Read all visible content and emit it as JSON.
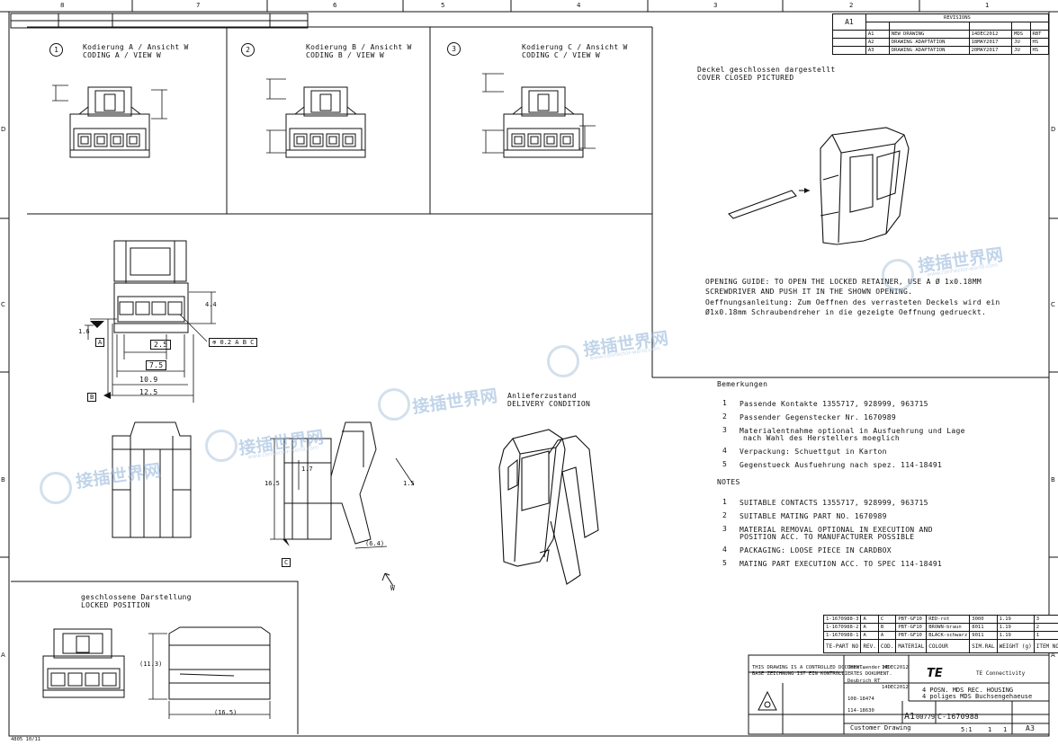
{
  "frame": {
    "top_zones": [
      "8",
      "7",
      "6",
      "5",
      "4",
      "3",
      "2",
      "1"
    ],
    "side_zones": [
      "D",
      "C",
      "B",
      "A"
    ]
  },
  "views": {
    "coding_a": {
      "num": "1",
      "line1": "Kodierung A / Ansicht W",
      "line2": "CODING A / VIEW W"
    },
    "coding_b": {
      "num": "2",
      "line1": "Kodierung B / Ansicht W",
      "line2": "CODING B / VIEW W"
    },
    "coding_c": {
      "num": "3",
      "line1": "Kodierung C / Ansicht W",
      "line2": "CODING C / VIEW W"
    },
    "cover": {
      "line1": "Deckel geschlossen dargestellt",
      "line2": "COVER CLOSED PICTURED"
    },
    "delivery": {
      "line1": "Anlieferzustand",
      "line2": "DELIVERY CONDITION"
    },
    "locked": {
      "line1": "geschlossene Darstellung",
      "line2": "LOCKED POSITION"
    }
  },
  "opening_guide": {
    "en1": "OPENING GUIDE: TO OPEN THE LOCKED RETAINER, USE A Ø 1x0.18MM",
    "en2": "SCREWDRIVER AND PUSH IT IN THE SHOWN OPENING.",
    "de1": "Oeffnungsanleitung: Zum Oeffnen des verrasteten Deckels wird ein",
    "de2": "Ø1x0.18mm Schraubendreher in die gezeigte Oeffnung gedrueckt."
  },
  "bemerkungen": {
    "title": "Bemerkungen",
    "items": [
      {
        "n": "1",
        "text": "Passende Kontakte 1355717, 928999, 963715"
      },
      {
        "n": "2",
        "text": "Passender Gegenstecker Nr. 1670989"
      },
      {
        "n": "3",
        "text": "Materialentnahme optional in Ausfuehrung und Lage",
        "text2": "nach Wahl des Herstellers moeglich"
      },
      {
        "n": "4",
        "text": "Verpackung: Schuettgut in Karton"
      },
      {
        "n": "5",
        "text": "Gegenstueck Ausfuehrung nach spez. 114-18491"
      }
    ]
  },
  "notes": {
    "title": "NOTES",
    "items": [
      {
        "n": "1",
        "text": "SUITABLE CONTACTS 1355717, 928999, 963715"
      },
      {
        "n": "2",
        "text": "SUITABLE MATING PART NO. 1670989"
      },
      {
        "n": "3",
        "text": "MATERIAL REMOVAL OPTIONAL IN EXECUTION AND",
        "text2": "POSITION ACC. TO MANUFACTURER POSSIBLE"
      },
      {
        "n": "4",
        "text": "PACKAGING: LOOSE PIECE IN CARDBOX"
      },
      {
        "n": "5",
        "text": "MATING PART EXECUTION ACC. TO SPEC 114-18491"
      }
    ]
  },
  "dims": {
    "d1": "1.6",
    "d2": "2.5",
    "d3": "7.5",
    "d4": "10.9",
    "d5": "12.5",
    "d6": "4.4",
    "d7": "0.2",
    "d8": "16.5",
    "d9": "1.7",
    "d10": "(6.4)",
    "d11": "(11.3)",
    "d12": "(16.5)",
    "d13": "1.5",
    "datum_a": "A",
    "datum_b": "B",
    "datum_c": "C",
    "view_w": "W"
  },
  "revisions": {
    "title": "REVISIONS",
    "rev_label": "A1",
    "rows": [
      {
        "ltr": "A1",
        "desc": "NEW DRAWING",
        "date": "14DEC2012",
        "dwn": "MDS",
        "apvd": "RBT"
      },
      {
        "ltr": "A2",
        "desc": "DRAWING ADAPTATION",
        "date": "18MAY2017",
        "dwn": "JU",
        "apvd": "HS"
      },
      {
        "ltr": "A3",
        "desc": "DRAWING ADAPTATION",
        "date": "20MAY2017",
        "dwn": "JU",
        "apvd": "HS"
      }
    ]
  },
  "parts": {
    "rows": [
      {
        "pn": "1-1670988-3",
        "rev": "A",
        "cod": "C",
        "mat": "PBT-GF10",
        "colour": "RED-rot",
        "sim": "3000",
        "wt": "1.19",
        "item": "3"
      },
      {
        "pn": "1-1670988-2",
        "rev": "A",
        "cod": "B",
        "mat": "PBT-GF10",
        "colour": "BROWN-braun",
        "sim": "8011",
        "wt": "1.19",
        "item": "2"
      },
      {
        "pn": "1-1670988-1",
        "rev": "A",
        "cod": "A",
        "mat": "PBT-GF10",
        "colour": "BLACK-schwarz",
        "sim": "9011",
        "wt": "1.19",
        "item": "1"
      }
    ],
    "header": {
      "pn": "TE-PART NO",
      "rev": "REV.",
      "cod": "COD.",
      "mat": "MATERIAL",
      "colour": "COLOUR",
      "sim": "SIM.RAL",
      "wt": "WEIGHT (g)",
      "item": "ITEM NO."
    }
  },
  "titleblock": {
    "controlled": "THIS DRAWING IS A CONTROLLED DOCUMENT.",
    "basis": "BASE ZEICHNUNG IST EIN KONTROLLIERTES DOKUMENT.",
    "date1": "14DEC2012",
    "date2": "14DEC2012",
    "name1": "Oberlaender HE",
    "name2": "Deubrich RT",
    "company": "TE Connectivity",
    "logo": "TE",
    "title1": "4 POSN. MDS REC. HOUSING",
    "title2": "4 poliges MDS Buchsengehaeuse",
    "size": "A1",
    "cage": "00779",
    "dwg_no": "C-1670988",
    "customer": "Customer Drawing",
    "scale": "5:1",
    "sheet": "1",
    "of": "1",
    "rev": "A3",
    "spec": "108-18474",
    "tol": "114-18630"
  },
  "watermark": {
    "cn": "接插世界网",
    "url": "www.connector-world.com"
  },
  "corner_note": "4805 10/11"
}
